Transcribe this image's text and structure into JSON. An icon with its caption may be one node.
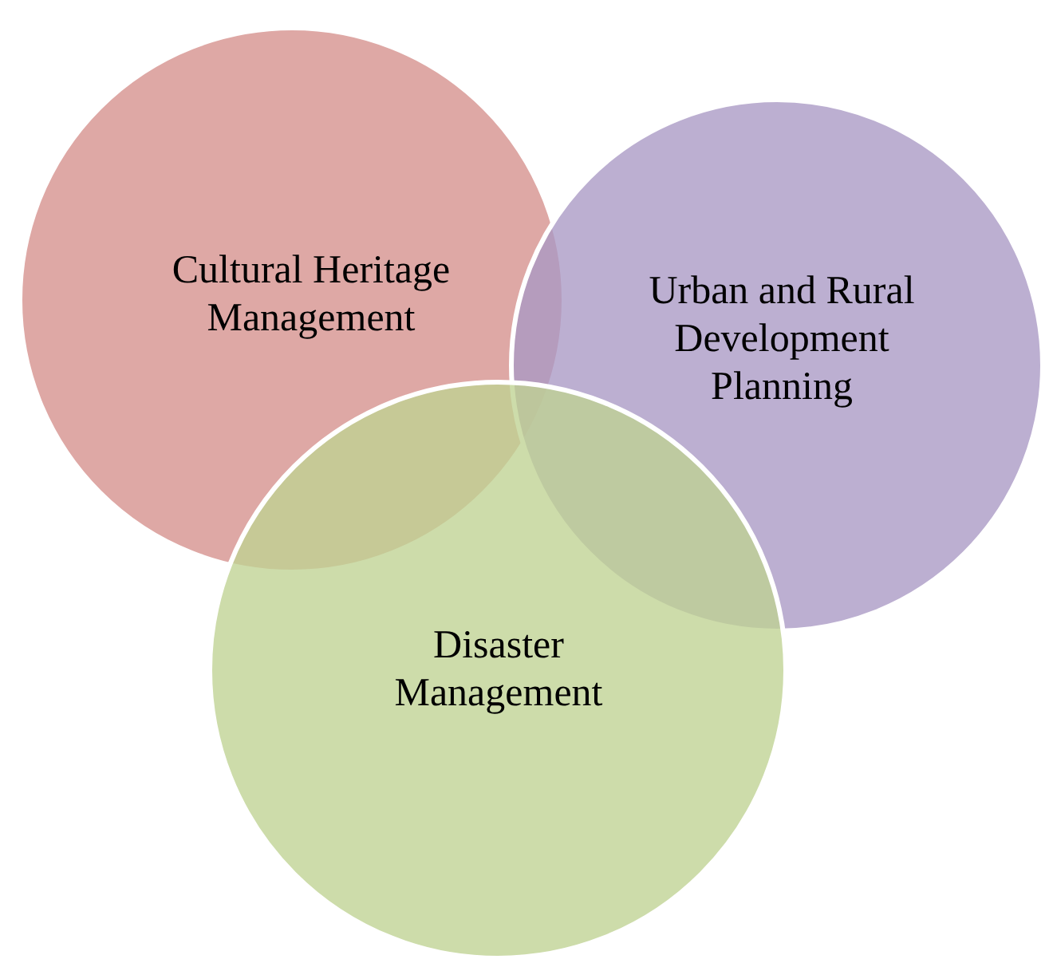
{
  "diagram": {
    "nodes": [
      {
        "text": [
          "Cultural Heritage Management"
        ]
      },
      {
        "text": [
          "Urban and Rural Development Planning"
        ]
      },
      {
        "text": [
          "Disaster Management"
        ]
      }
    ]
  }
}
